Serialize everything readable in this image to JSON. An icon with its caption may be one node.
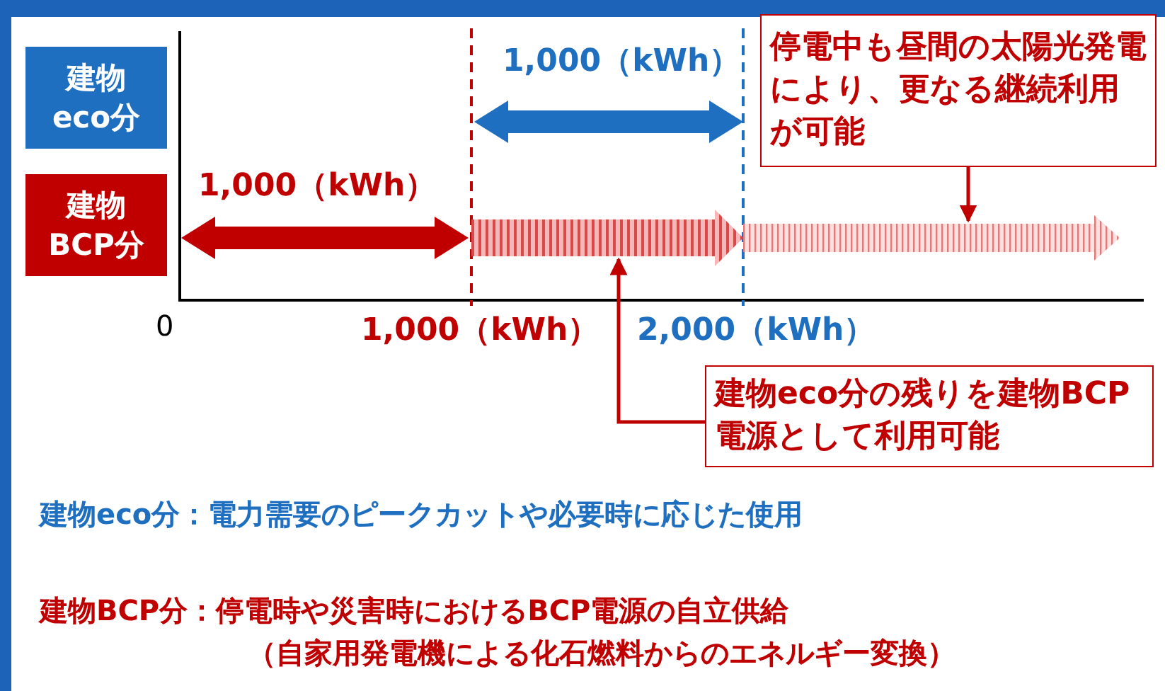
{
  "diagram": {
    "nodes": [
      {
        "text": [
          "建物 eco分"
        ]
      },
      {
        "text": [
          "建物 BCP分"
        ]
      },
      {
        "text": [
          "停電中も昼間の太陽光発電により、更なる継続利用が可能"
        ]
      },
      {
        "text": [
          "建物eco分の残りを建物BCP電源として利用可能"
        ]
      },
      {
        "text": [],
        "shape": "bar"
      },
      {
        "text": [],
        "shape": "bar"
      },
      {
        "text": [],
        "shape": "arrow"
      }
    ],
    "edges": [
      {
        "from": 2,
        "to": 5,
        "arrow": "to"
      },
      {
        "from": 3,
        "to": 4,
        "arrow": "to"
      },
      {
        "from": 1,
        "to": 4,
        "arrow": "both",
        "style": "thick",
        "label": "1,000（kWh）"
      }
    ],
    "labels": [
      "1,000（kWh）",
      "0",
      "1,000（kWh）",
      "2,000（kWh）",
      "建物eco分：電力需要のピークカットや必要時に応じた使用",
      "建物BCP分：停電時や災害時におけるBCP電源の自立供給",
      "（自家用発電機による化石燃料からのエネルギー変換）"
    ]
  }
}
